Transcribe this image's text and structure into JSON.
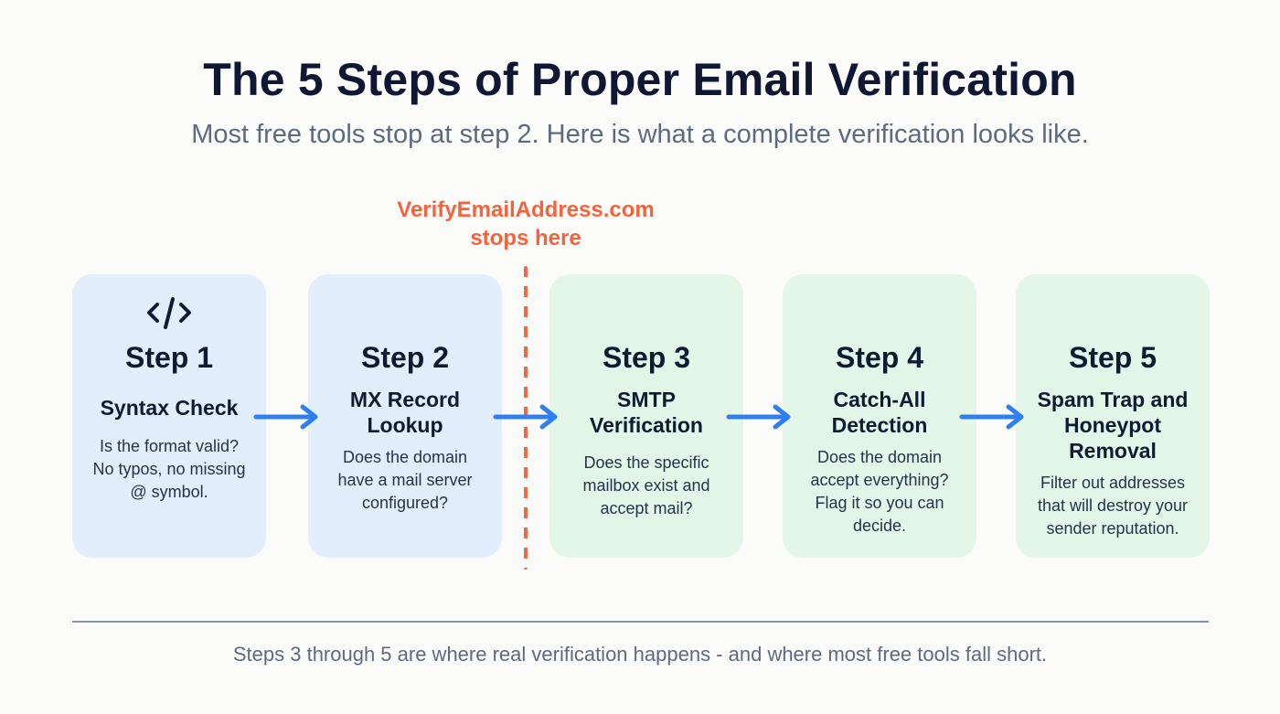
{
  "header": {
    "title": "The 5 Steps of Proper Email Verification",
    "subtitle": "Most free tools stop at step 2. Here is what a complete verification looks like."
  },
  "callout": {
    "line1": "VerifyEmailAddress.com",
    "line2": "stops here",
    "color": "#f2643d"
  },
  "steps": [
    {
      "label": "Step 1",
      "name_lines": [
        "Syntax Check"
      ],
      "desc_lines": [
        "Is the format valid?",
        "No typos, no missing",
        "@ symbol."
      ],
      "icon": "code-icon",
      "theme": "blue"
    },
    {
      "label": "Step 2",
      "name_lines": [
        "MX Record",
        "Lookup"
      ],
      "desc_lines": [
        "Does the domain",
        "have a mail server",
        "configured?"
      ],
      "theme": "blue"
    },
    {
      "label": "Step 3",
      "name_lines": [
        "SMTP",
        "Verification"
      ],
      "desc_lines": [
        "Does the specific",
        "mailbox exist and",
        "accept mail?"
      ],
      "theme": "green"
    },
    {
      "label": "Step 4",
      "name_lines": [
        "Catch-All",
        "Detection"
      ],
      "desc_lines": [
        "Does the domain",
        "accept everything?",
        "Flag it so you can",
        "decide."
      ],
      "theme": "green"
    },
    {
      "label": "Step 5",
      "name_lines": [
        "Spam Trap and",
        "Honeypot",
        "Removal"
      ],
      "desc_lines": [
        "Filter out addresses",
        "that will destroy your",
        "sender reputation."
      ],
      "theme": "green"
    }
  ],
  "colors": {
    "blue_card": "#e2eefc",
    "green_card": "#e4f6e8",
    "arrow": "#2f7ff0",
    "divider": "#ef6a47",
    "title": "#0f1733",
    "muted": "#5d6a80"
  },
  "footer": {
    "text": "Steps 3 through 5 are where real verification happens - and where most free tools fall short."
  }
}
